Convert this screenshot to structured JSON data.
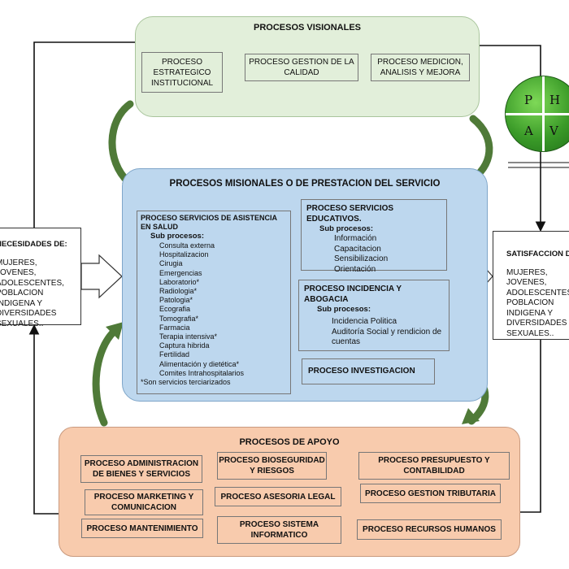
{
  "vision": {
    "title": "PROCESOS VISIONALES",
    "boxes": [
      "PROCESO ESTRATEGICO INSTITUCIONAL",
      "PROCESO GESTION DE LA CALIDAD",
      "PROCESO MEDICION, ANALISIS Y MEJORA"
    ]
  },
  "phva": {
    "p": "P",
    "h": "H",
    "a": "A",
    "v": "V"
  },
  "mission": {
    "title": "PROCESOS MISIONALES  O DE PRESTACION DEL SERVICIO",
    "asistencia": {
      "title": "PROCESO SERVICIOS DE ASISTENCIA EN SALUD",
      "sub_label": "Sub procesos:",
      "items": [
        "Consulta externa",
        "Hospitalizacion",
        "Cirugia",
        "Emergencias",
        "Laboratorio*",
        "Radiologia*",
        "Patologia*",
        "Ecografia",
        "Tomografia*",
        "Farmacia",
        "Terapia intensiva*",
        "Captura hibrida",
        "Fertilidad",
        "Alimentación y dietética*",
        "Comites Intrahospitalarios"
      ],
      "footnote": "*Son servicios terciarizados"
    },
    "educativos": {
      "title": "PROCESO SERVICIOS EDUCATIVOS.",
      "sub_label": "Sub procesos:",
      "items": [
        "Información",
        "Capacitacion",
        "Sensibilizacion",
        "Orientación"
      ]
    },
    "incidencia": {
      "title": "PROCESO INCIDENCIA Y ABOGACIA",
      "sub_label": "Sub procesos:",
      "items": [
        "Incidencia Politica",
        "Auditoría Social y rendicion de cuentas"
      ]
    },
    "investigacion": "PROCESO INVESTIGACION"
  },
  "support": {
    "title": "PROCESOS DE APOYO",
    "boxes": [
      "PROCESO ADMINISTRACION DE BIENES Y SERVICIOS",
      "PROCESO BIOSEGURIDAD Y RIESGOS",
      "PROCESO  PRESUPUESTO Y CONTABILIDAD",
      "PROCESO MARKETING Y COMUNICACION",
      "PROCESO ASESORIA LEGAL",
      "PROCESO GESTION TRIBUTARIA",
      "PROCESO MANTENIMIENTO",
      "PROCESO SISTEMA INFORMATICO",
      "PROCESO RECURSOS HUMANOS"
    ]
  },
  "needs": {
    "title": "NECESIDADES DE:",
    "lines": [
      "MUJERES, JOVENES,",
      "ADOLESCENTES,",
      "POBLACION",
      "INDIGENA Y",
      "DIVERSIDADES",
      "SEXUALES.."
    ]
  },
  "satisfaction": {
    "title": "SATISFACCION DE",
    "lines": [
      "MUJERES,",
      "JOVENES,",
      "ADOLESCENTES,",
      "POBLACION",
      "INDIGENA Y",
      "DIVERSIDADES",
      "SEXUALES.."
    ]
  },
  "colors": {
    "vision_fill": "#e2efda",
    "mission_fill": "#bdd7ee",
    "support_fill": "#f8cbad",
    "cycle_arrow": "#4f7a38",
    "phva_green": "#3a9a28"
  }
}
